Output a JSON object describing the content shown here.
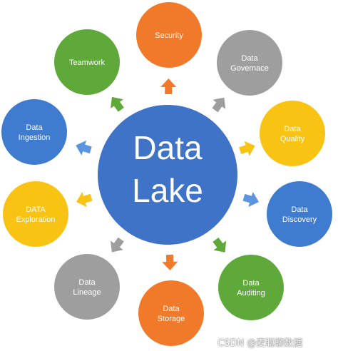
{
  "center": {
    "lines": [
      "Data",
      "Lake"
    ],
    "color": "#3E73C7"
  },
  "nodes": [
    {
      "id": "security",
      "lines": [
        "Security"
      ],
      "color": "#F07A2A",
      "arrow_color": "#F07A2A"
    },
    {
      "id": "data-governance",
      "lines": [
        "Data",
        "Governace"
      ],
      "color": "#9E9E9E",
      "arrow_color": "#9E9E9E"
    },
    {
      "id": "data-quality",
      "lines": [
        "Data",
        "Quality"
      ],
      "color": "#F8C313",
      "arrow_color": "#F8C313"
    },
    {
      "id": "data-discovery",
      "lines": [
        "Data",
        "Discovery"
      ],
      "color": "#3F7BCE",
      "arrow_color": "#5B95DF"
    },
    {
      "id": "data-auditing",
      "lines": [
        "Data",
        "Auditing"
      ],
      "color": "#5FA83A",
      "arrow_color": "#5FA83A"
    },
    {
      "id": "data-storage",
      "lines": [
        "Data",
        "Storage"
      ],
      "color": "#F07A2A",
      "arrow_color": "#F07A2A"
    },
    {
      "id": "data-lineage",
      "lines": [
        "Data",
        "Lineage"
      ],
      "color": "#9E9E9E",
      "arrow_color": "#9E9E9E"
    },
    {
      "id": "data-exploration",
      "lines": [
        "DATA",
        "Exploration"
      ],
      "color": "#F8C313",
      "arrow_color": "#F8C313"
    },
    {
      "id": "data-ingestion",
      "lines": [
        "Data",
        "Ingestion"
      ],
      "color": "#3F7BCE",
      "arrow_color": "#5B95DF"
    },
    {
      "id": "teamwork",
      "lines": [
        "Teamwork"
      ],
      "color": "#5FA83A",
      "arrow_color": "#5FA83A"
    }
  ],
  "watermark": "CSDN @麦聪聊数据"
}
